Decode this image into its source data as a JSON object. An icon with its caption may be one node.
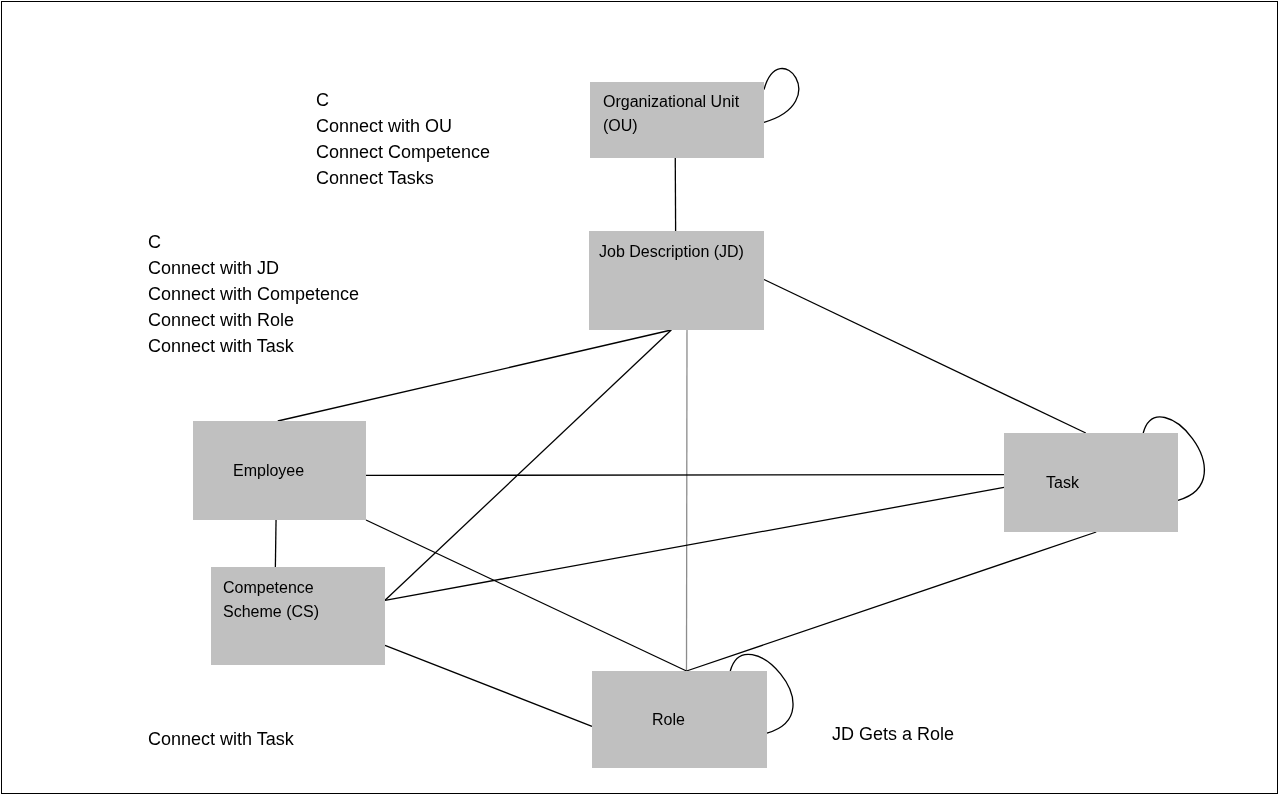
{
  "diagram": {
    "nodes": [
      {
        "text": [
          "Organizational Unit (OU)"
        ]
      },
      {
        "text": [
          "Job Description (JD)"
        ]
      },
      {
        "text": [
          "Employee"
        ]
      },
      {
        "text": [
          "Task"
        ]
      },
      {
        "text": [
          "Competence Scheme (CS)"
        ]
      },
      {
        "text": [
          "Role"
        ]
      }
    ],
    "edges": [
      {
        "from": 0,
        "to": 0,
        "arrow": "none"
      },
      {
        "from": 0,
        "to": 1,
        "arrow": "none"
      },
      {
        "from": 1,
        "to": 2,
        "arrow": "none"
      },
      {
        "from": 1,
        "to": 3,
        "arrow": "none"
      },
      {
        "from": 1,
        "to": 4,
        "arrow": "none"
      },
      {
        "from": 1,
        "to": 5,
        "arrow": "none",
        "color": "#8c8c8c"
      },
      {
        "from": 2,
        "to": 3,
        "arrow": "none"
      },
      {
        "from": 2,
        "to": 4,
        "arrow": "none"
      },
      {
        "from": 2,
        "to": 5,
        "arrow": "none"
      },
      {
        "from": 3,
        "to": 3,
        "arrow": "none"
      },
      {
        "from": 3,
        "to": 4,
        "arrow": "none"
      },
      {
        "from": 3,
        "to": 5,
        "arrow": "none"
      },
      {
        "from": 4,
        "to": 5,
        "arrow": "none"
      },
      {
        "from": 5,
        "to": 5,
        "arrow": "none"
      }
    ],
    "labels": [
      "C",
      "Connect with OU",
      "Connect Competence",
      "Connect Tasks",
      "C",
      "Connect with JD",
      "Connect with Competence",
      "Connect with Role",
      "Connect with Task",
      "Connect with Task",
      "JD Gets a Role"
    ]
  }
}
